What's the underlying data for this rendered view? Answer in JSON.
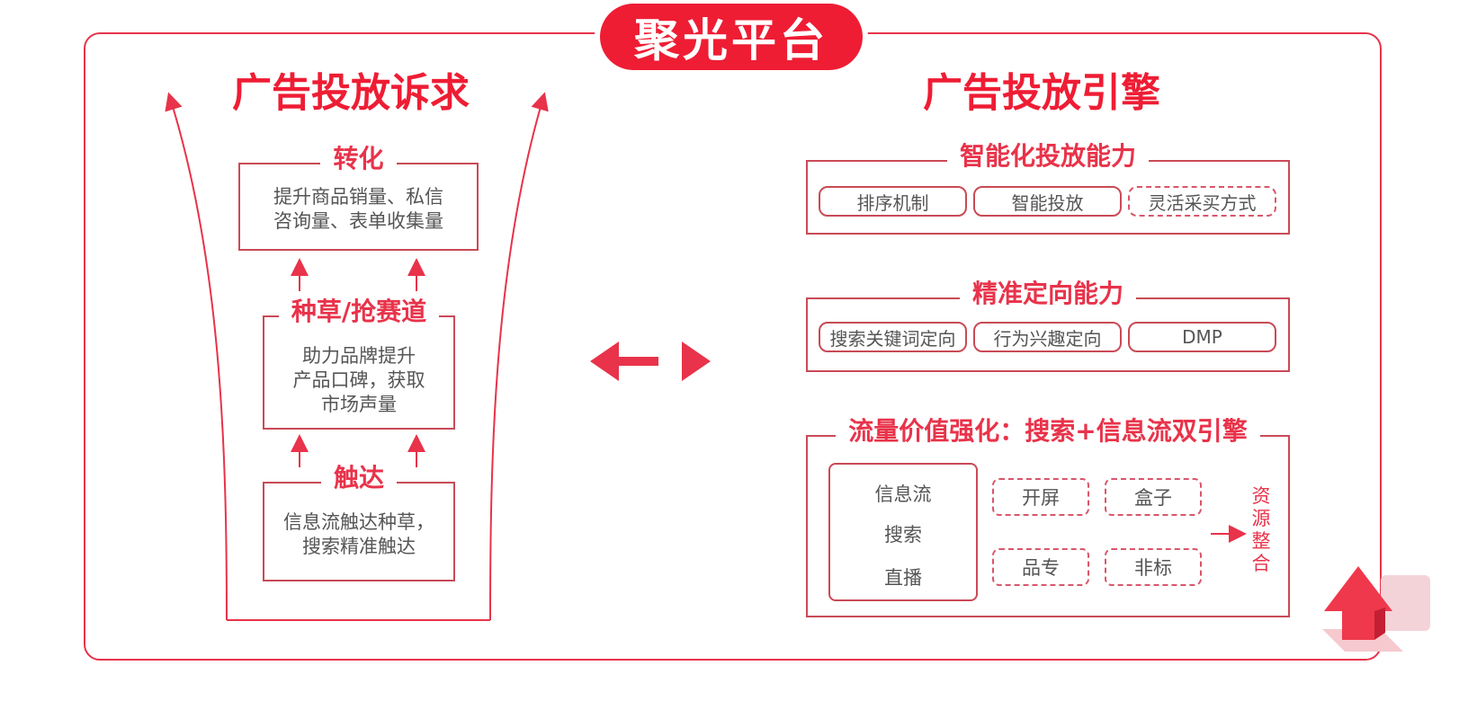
{
  "platform_title": "聚光平台",
  "left": {
    "heading": "广告投放诉求",
    "stages": [
      {
        "title": "转化",
        "text": "提升商品销量、私信\n咨询量、表单收集量"
      },
      {
        "title": "种草/抢赛道",
        "text": "助力品牌提升\n产品口碑，获取\n市场声量"
      },
      {
        "title": "触达",
        "text": "信息流触达种草，\n搜索精准触达"
      }
    ]
  },
  "right": {
    "heading": "广告投放引擎",
    "sections": [
      {
        "title": "智能化投放能力",
        "items": [
          "排序机制",
          "智能投放",
          "灵活采买方式"
        ]
      },
      {
        "title": "精准定向能力",
        "items": [
          "搜索关键词定向",
          "行为兴趣定向",
          "DMP"
        ]
      },
      {
        "title": "流量价值强化：搜索+信息流双引擎",
        "channels": [
          "信息流",
          "搜索",
          "直播"
        ],
        "resources": [
          "开屏",
          "盒子",
          "品专",
          "非标"
        ],
        "integration": "资源整合"
      }
    ]
  },
  "colors": {
    "accent": "#ee1d34",
    "border": "#c94a56"
  }
}
